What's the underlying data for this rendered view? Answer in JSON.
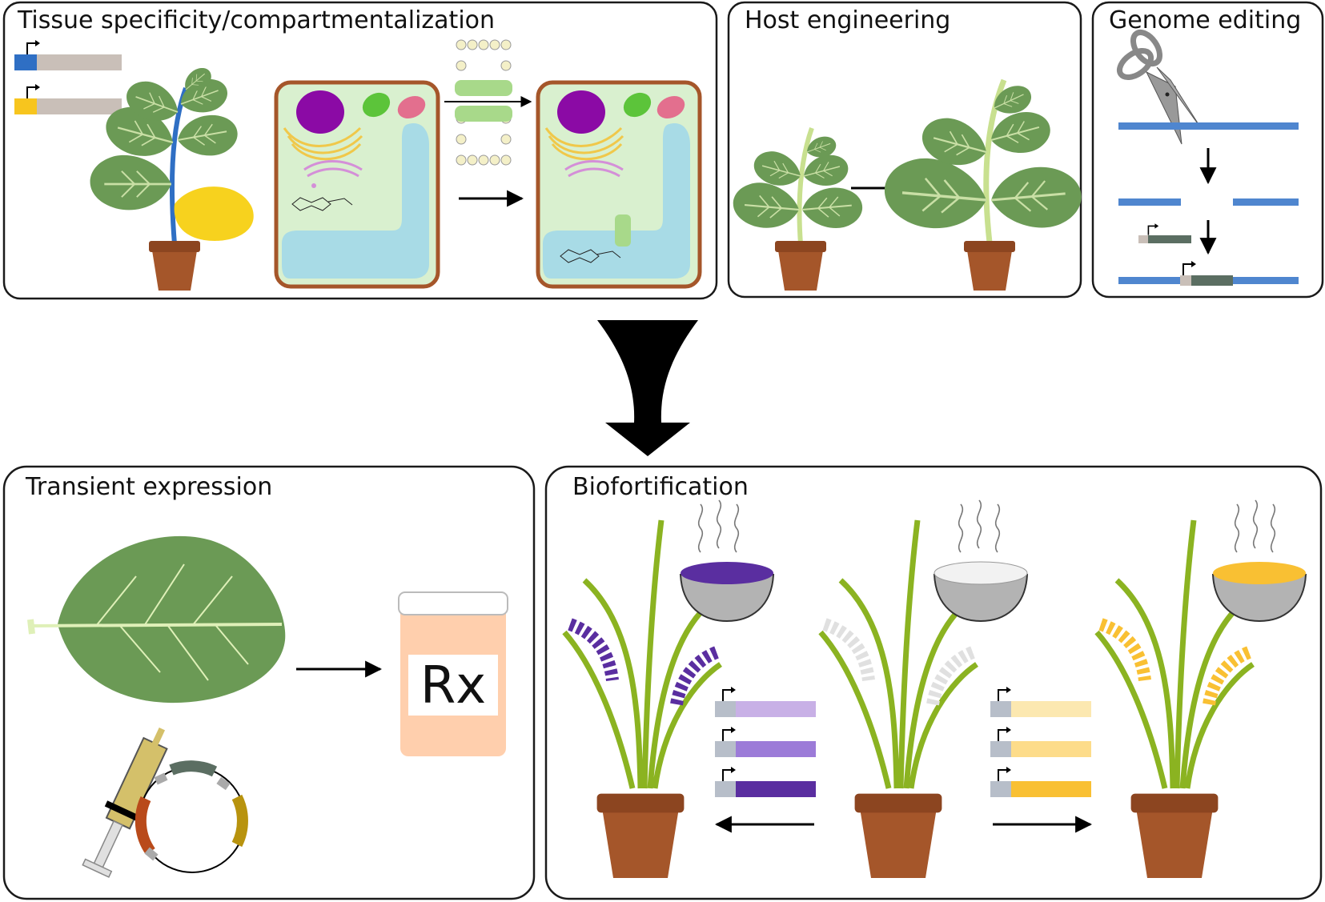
{
  "panels": {
    "tissue": {
      "title": "Tissue specificity/compartmentalization"
    },
    "host": {
      "title": "Host engineering"
    },
    "genome": {
      "title": "Genome editing"
    },
    "transient": {
      "title": "Transient expression",
      "bottle_label": "Rx"
    },
    "biofort": {
      "title": "Biofortification"
    }
  },
  "colors": {
    "panel_border": "#1a1a1a",
    "leaf": "#6b9a55",
    "leaf_vein": "#c9dfa5",
    "stem_light": "#c8e08f",
    "pot": "#a5562a",
    "pot_rim": "#8c4520",
    "cell_wall": "#a5562a",
    "cytoplasm": "#d9f0cf",
    "vacuole": "#a8dbe6",
    "nucleus": "#8b0aa5",
    "golgi": "#f0c84a",
    "er": "#d48fd8",
    "chloroplast": "#5cc43a",
    "mitochondrion": "#e36f8e",
    "dna_blue": "#4f86cf",
    "gene_gray": "#c9bfb8",
    "promoter_blue": "#2f6fc4",
    "promoter_yellow": "#f7c51e",
    "insert_dark": "#5b6e62",
    "purple_light": "#c8b0e6",
    "purple_mid": "#9c7bd8",
    "purple_dark": "#5a2ea0",
    "gold_light": "#fce8b0",
    "gold_mid": "#fddc8a",
    "gold_dark": "#f9c033",
    "grass": "#8bb321",
    "bowl": "#b3b3b3",
    "funnel": "#000000",
    "bottle": "#ffcfad"
  },
  "icons": [
    "plant-icon",
    "cell-icon",
    "membrane-channel-icon",
    "scissors-icon",
    "leaf-icon",
    "pill-bottle-icon",
    "syringe-icon",
    "plasmid-icon",
    "rice-plant-icon",
    "rice-bowl-icon",
    "funnel-arrow-icon"
  ]
}
